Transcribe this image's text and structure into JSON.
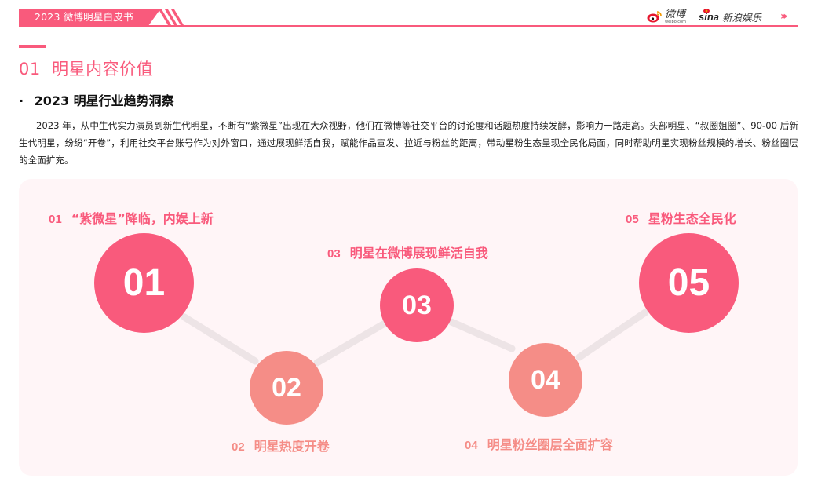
{
  "header": {
    "banner_title": "2023 微博明星白皮书",
    "logos": {
      "weibo_cn": "微博",
      "weibo_en": "weibo.com",
      "sina_word": "sina",
      "sina_cn": "新浪娱乐"
    },
    "chevrons": "›››"
  },
  "section": {
    "title": "01  明星内容价值",
    "bullet": "·",
    "subheading": "2023 明星行业趋势洞察",
    "paragraph": "2023 年，从中生代实力演员到新生代明星，不断有“紫微星”出现在大众视野，他们在微博等社交平台的讨论度和话题热度持续发酵，影响力一路走高。头部明星、“叔圈姐圈”、90-00 后新生代明星，纷纷“开卷”，利用社交平台账号作为对外窗口，通过展现鲜活自我，赋能作品宣发、拉近与粉丝的距离，带动星粉生态呈现全民化局面，同时帮助明星实现粉丝规模的增长、粉丝圈层的全面扩充。"
  },
  "diagram": {
    "colors": {
      "primary": "#f95a7c",
      "secondary": "#f58d87",
      "connector": "#ede4e6",
      "card_bg": "#fff5f7"
    },
    "steps": [
      {
        "num": "01",
        "circle_label": "01",
        "title": "“紫微星”降临，内娱上新"
      },
      {
        "num": "02",
        "circle_label": "02",
        "title": "明星热度开卷"
      },
      {
        "num": "03",
        "circle_label": "03",
        "title": "明星在微博展现鲜活自我"
      },
      {
        "num": "04",
        "circle_label": "04",
        "title": "明星粉丝圈层全面扩容"
      },
      {
        "num": "05",
        "circle_label": "05",
        "title": "星粉生态全民化"
      }
    ]
  }
}
